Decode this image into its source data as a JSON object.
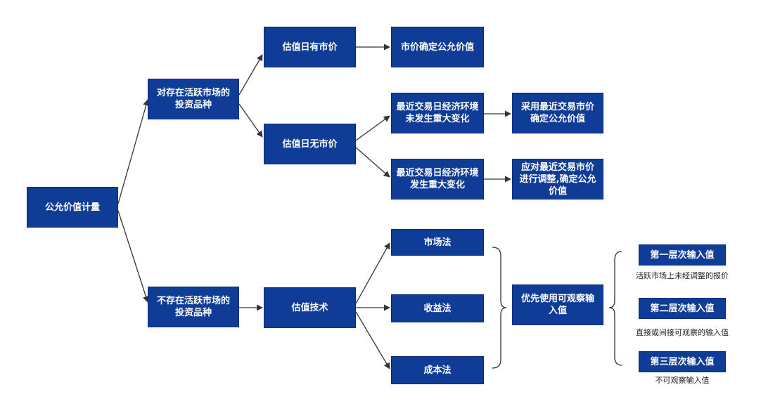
{
  "diagram": {
    "root": "公允价值计量",
    "active_market": {
      "label": "对存在活跃市场的投资品种",
      "has_price": {
        "label": "估值日有市价",
        "result": "市价确定公允价值"
      },
      "no_price": {
        "label": "估值日无市价",
        "no_change": {
          "condition": "最近交易日经济环境未发生重大变化",
          "result": "采用最近交易市价确定公允价值"
        },
        "major_change": {
          "condition": "最近交易日经济环境发生重大变化",
          "result": "应对最近交易市价进行调整,确定公允价值"
        }
      }
    },
    "inactive_market": {
      "label": "不存在活跃市场的投资品种",
      "technique": "估值技术",
      "methods": [
        "市场法",
        "收益法",
        "成本法"
      ],
      "priority": "优先使用可观察输入值",
      "levels": [
        {
          "label": "第一层次输入值",
          "desc": "活跃市场上未经调整的报价"
        },
        {
          "label": "第二层次输入值",
          "desc": "直接或间接可观察的输入值"
        },
        {
          "label": "第三层次输入值",
          "desc": "不可观察输入值"
        }
      ]
    }
  },
  "colors": {
    "box_fill": "#0f3c97",
    "box_text": "#ffffff",
    "line": "#333333",
    "caption_text": "#222222"
  }
}
